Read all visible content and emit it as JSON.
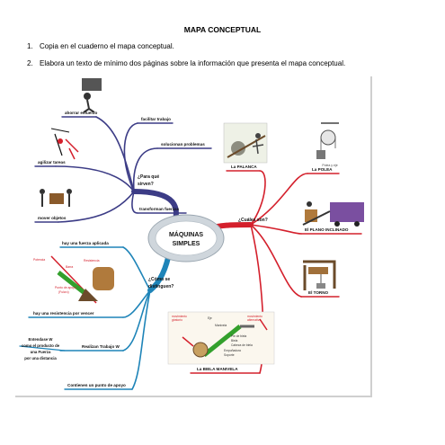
{
  "document": {
    "title": "MAPA CONCEPTUAL",
    "instructions": [
      {
        "num": "1.",
        "text": "Copia en el cuaderno el mapa conceptual."
      },
      {
        "num": "2.",
        "text": "Elabora un texto de mínimo dos páginas  sobre la información  que presenta el mapa conceptual."
      }
    ]
  },
  "concept_map": {
    "center": {
      "line1": "MÁQUINAS",
      "line2": "SIMPLES"
    },
    "branch_why": {
      "question_l1": "¿Para qué",
      "question_l2": "sirven?",
      "items": [
        "ahorrar esfuerzo",
        "facilitar trabajo",
        "solucionan problemas",
        "agilizar tareas",
        "transforman fuerzas",
        "mover objetos"
      ]
    },
    "branch_which": {
      "question": "¿Cuáles son?",
      "items": [
        "La PALANCA",
        "La POLEA",
        "El PLANO INCLINADO",
        "El TORNO",
        "La BIELA MANIVELA"
      ]
    },
    "branch_how": {
      "question_l1": "¿Cómo se",
      "question_l2": "distinguen?",
      "items": [
        "hay una fuerza aplicada",
        "hay una resistencia por vencer",
        "Realizan Trabajo W",
        "Contienen un punto de apoyo"
      ],
      "work_note": [
        "Entendase W",
        "como el producto de",
        "una Fuerza",
        "por una distancia"
      ]
    },
    "lever_diagram": {
      "labels": [
        "Potencia",
        "Barra",
        "Resistencia",
        "Punto de apoyo",
        "(Fulcro)"
      ]
    },
    "crank_diagram": {
      "labels": [
        "movimiento",
        "giratorio",
        "Eje",
        "Manivela",
        "movimiento",
        "alternativo",
        "Pie de biela",
        "Biela",
        "Cabeza de biela",
        "Empuñadura",
        "Soporte"
      ]
    },
    "pulley_caption": "Polea y eje",
    "colors": {
      "why": "#3c3c86",
      "which": "#d4202c",
      "how": "#1e84b8",
      "center_hub": "#cfd6dc"
    }
  }
}
